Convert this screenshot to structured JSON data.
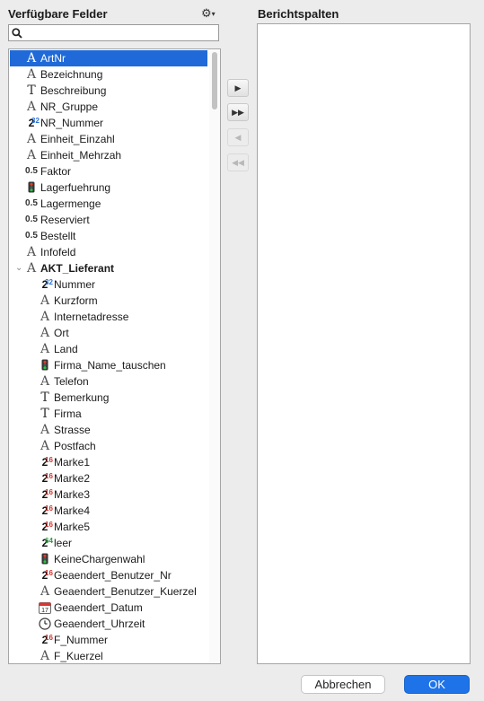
{
  "left_title": "Verfügbare Felder",
  "right_title": "Berichtspalten",
  "search": {
    "placeholder": ""
  },
  "fields": [
    {
      "label": "ArtNr",
      "icon": "A",
      "indent": 0,
      "selected": true
    },
    {
      "label": "Bezeichnung",
      "icon": "A",
      "indent": 0
    },
    {
      "label": "Beschreibung",
      "icon": "T",
      "indent": 0
    },
    {
      "label": "NR_Gruppe",
      "icon": "A",
      "indent": 0
    },
    {
      "label": "NR_Nummer",
      "icon": "pow",
      "sup": "32",
      "sup_color": "blue",
      "indent": 0
    },
    {
      "label": "Einheit_Einzahl",
      "icon": "A",
      "indent": 0
    },
    {
      "label": "Einheit_Mehrzah",
      "icon": "A",
      "indent": 0
    },
    {
      "label": "Faktor",
      "icon": "05",
      "indent": 0
    },
    {
      "label": "Lagerfuehrung",
      "icon": "light",
      "indent": 0
    },
    {
      "label": "Lagermenge",
      "icon": "05",
      "indent": 0
    },
    {
      "label": "Reserviert",
      "icon": "05",
      "indent": 0
    },
    {
      "label": "Bestellt",
      "icon": "05",
      "indent": 0
    },
    {
      "label": "Infofeld",
      "icon": "A",
      "indent": 0
    },
    {
      "label": "AKT_Lieferant",
      "icon": "A",
      "indent": 0,
      "bold": true,
      "expanded": true
    },
    {
      "label": "Nummer",
      "icon": "pow",
      "sup": "32",
      "sup_color": "blue",
      "indent": 1
    },
    {
      "label": "Kurzform",
      "icon": "A",
      "indent": 1
    },
    {
      "label": "Internetadresse",
      "icon": "A",
      "indent": 1
    },
    {
      "label": "Ort",
      "icon": "A",
      "indent": 1
    },
    {
      "label": "Land",
      "icon": "A",
      "indent": 1
    },
    {
      "label": "Firma_Name_tauschen",
      "icon": "light",
      "indent": 1
    },
    {
      "label": "Telefon",
      "icon": "A",
      "indent": 1
    },
    {
      "label": "Bemerkung",
      "icon": "T",
      "indent": 1
    },
    {
      "label": "Firma",
      "icon": "T",
      "indent": 1
    },
    {
      "label": "Strasse",
      "icon": "A",
      "indent": 1
    },
    {
      "label": "Postfach",
      "icon": "A",
      "indent": 1
    },
    {
      "label": "Marke1",
      "icon": "pow",
      "sup": "16",
      "sup_color": "red",
      "indent": 1
    },
    {
      "label": "Marke2",
      "icon": "pow",
      "sup": "16",
      "sup_color": "red",
      "indent": 1
    },
    {
      "label": "Marke3",
      "icon": "pow",
      "sup": "16",
      "sup_color": "red",
      "indent": 1
    },
    {
      "label": "Marke4",
      "icon": "pow",
      "sup": "16",
      "sup_color": "red",
      "indent": 1
    },
    {
      "label": "Marke5",
      "icon": "pow",
      "sup": "16",
      "sup_color": "red",
      "indent": 1
    },
    {
      "label": "leer",
      "icon": "pow",
      "sup": "64",
      "sup_color": "green",
      "indent": 1
    },
    {
      "label": "KeineChargenwahl",
      "icon": "light",
      "indent": 1
    },
    {
      "label": "Geaendert_Benutzer_Nr",
      "icon": "pow",
      "sup": "16",
      "sup_color": "red",
      "indent": 1
    },
    {
      "label": "Geaendert_Benutzer_Kuerzel",
      "icon": "A",
      "indent": 1
    },
    {
      "label": "Geaendert_Datum",
      "icon": "calendar",
      "cal_day": "17",
      "indent": 1
    },
    {
      "label": "Geaendert_Uhrzeit",
      "icon": "clock",
      "indent": 1
    },
    {
      "label": "F_Nummer",
      "icon": "pow",
      "sup": "16",
      "sup_color": "red",
      "indent": 1
    },
    {
      "label": "F_Kuerzel",
      "icon": "A",
      "indent": 1
    }
  ],
  "arrows": [
    {
      "glyph": "▶",
      "enabled": true
    },
    {
      "glyph": "▶▶",
      "enabled": true
    },
    {
      "glyph": "◀",
      "enabled": false
    },
    {
      "glyph": "◀◀",
      "enabled": false
    }
  ],
  "buttons": {
    "cancel": "Abbrechen",
    "ok": "OK"
  },
  "colors": {
    "selection": "#1f6ad8",
    "ok": "#1f73e8"
  }
}
